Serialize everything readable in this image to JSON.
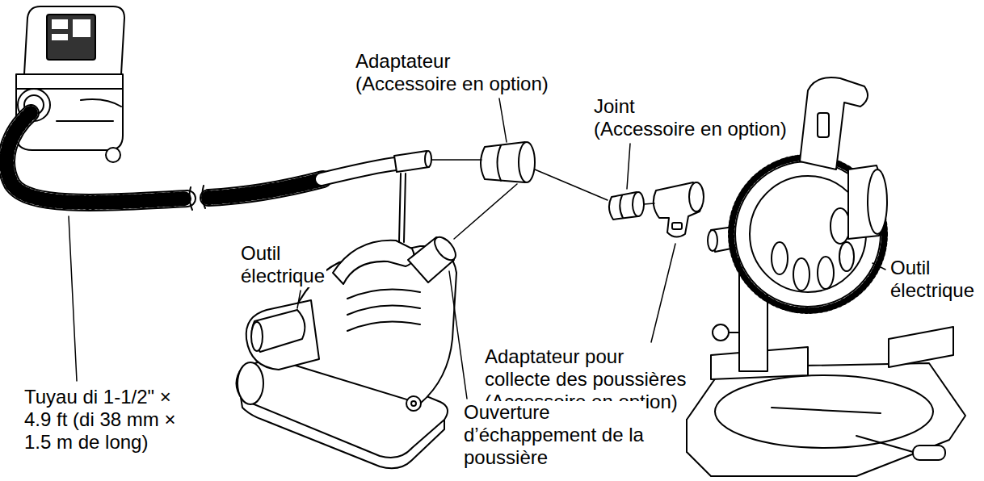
{
  "diagram": {
    "labels": [
      "Adaptateur (Accessoire en option)",
      "Joint (Accessoire en option)",
      "Outil électrique",
      "Outil électrique",
      "Adaptateur pour collecte des poussières (Accessoire en option)",
      "Tuyau di 1-1/2\" × 4.9 ft (di 38 mm × 1.5 m de long)",
      "Ouverture d’échappement de la poussière"
    ]
  }
}
